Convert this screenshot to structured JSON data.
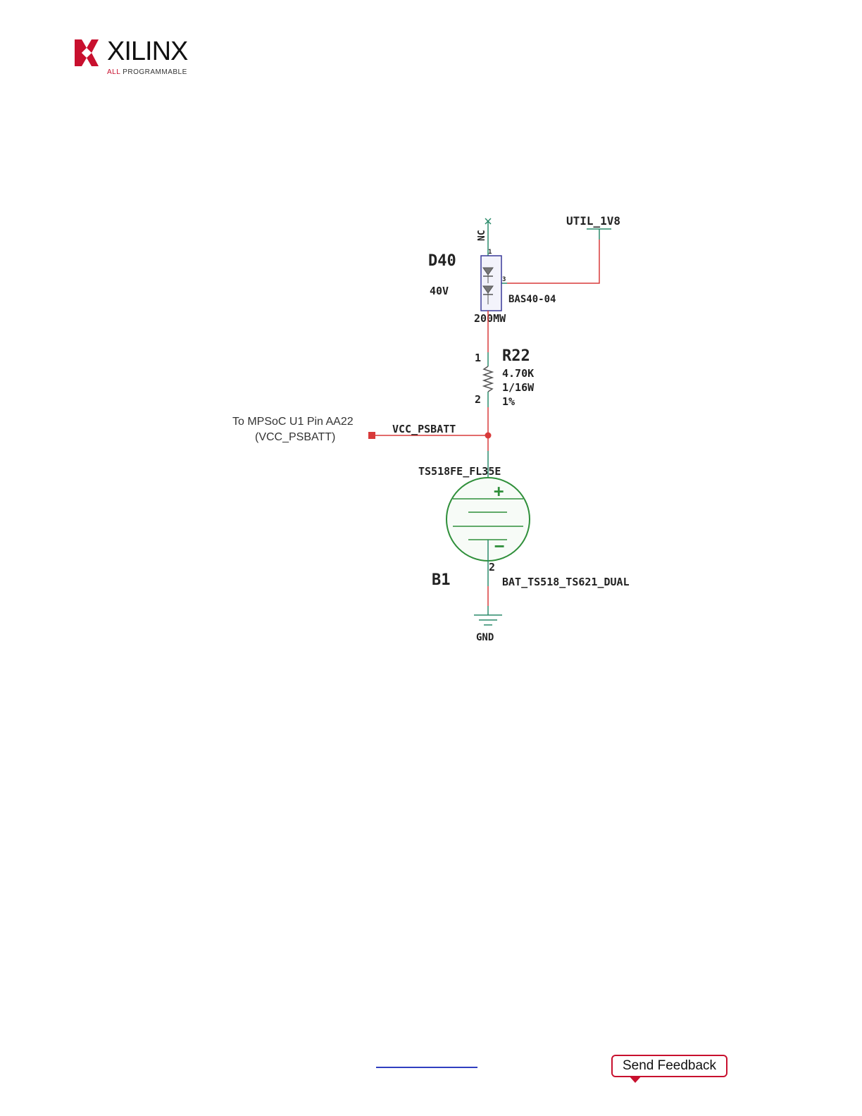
{
  "header": {
    "logo_word": "XILINX",
    "logo_tag_accent": "ALL",
    "logo_tag_rest": " PROGRAMMABLE",
    "brand_color": "#c8102e"
  },
  "schematic": {
    "nc_label": "NC",
    "util_label": "UTIL_1V8",
    "diode": {
      "ref": "D40",
      "voltage": "40V",
      "part": "BAS40-04",
      "power": "200MW",
      "pin1": "1",
      "pin3": "3"
    },
    "resistor": {
      "ref": "R22",
      "value": "4.70K",
      "power": "1/16W",
      "tolerance": "1%",
      "pin1": "1",
      "pin2": "2"
    },
    "net_label": "VCC_PSBATT",
    "note_line1": "To MPSoC U1 Pin AA22",
    "note_line2": "(VCC_PSBATT)",
    "battery": {
      "part": "TS518FE_FL35E",
      "ref": "B1",
      "footprint": "BAT_TS518_TS621_DUAL",
      "pin2": "2",
      "plus": "+",
      "minus": "−"
    },
    "gnd_label": "GND",
    "wire_color": "#d83a3a",
    "pin_color": "#2a8a6a",
    "part_color": "#2f8f3a",
    "diode_color": "#3a3a9a"
  },
  "footer": {
    "feedback_label": "Send Feedback"
  }
}
